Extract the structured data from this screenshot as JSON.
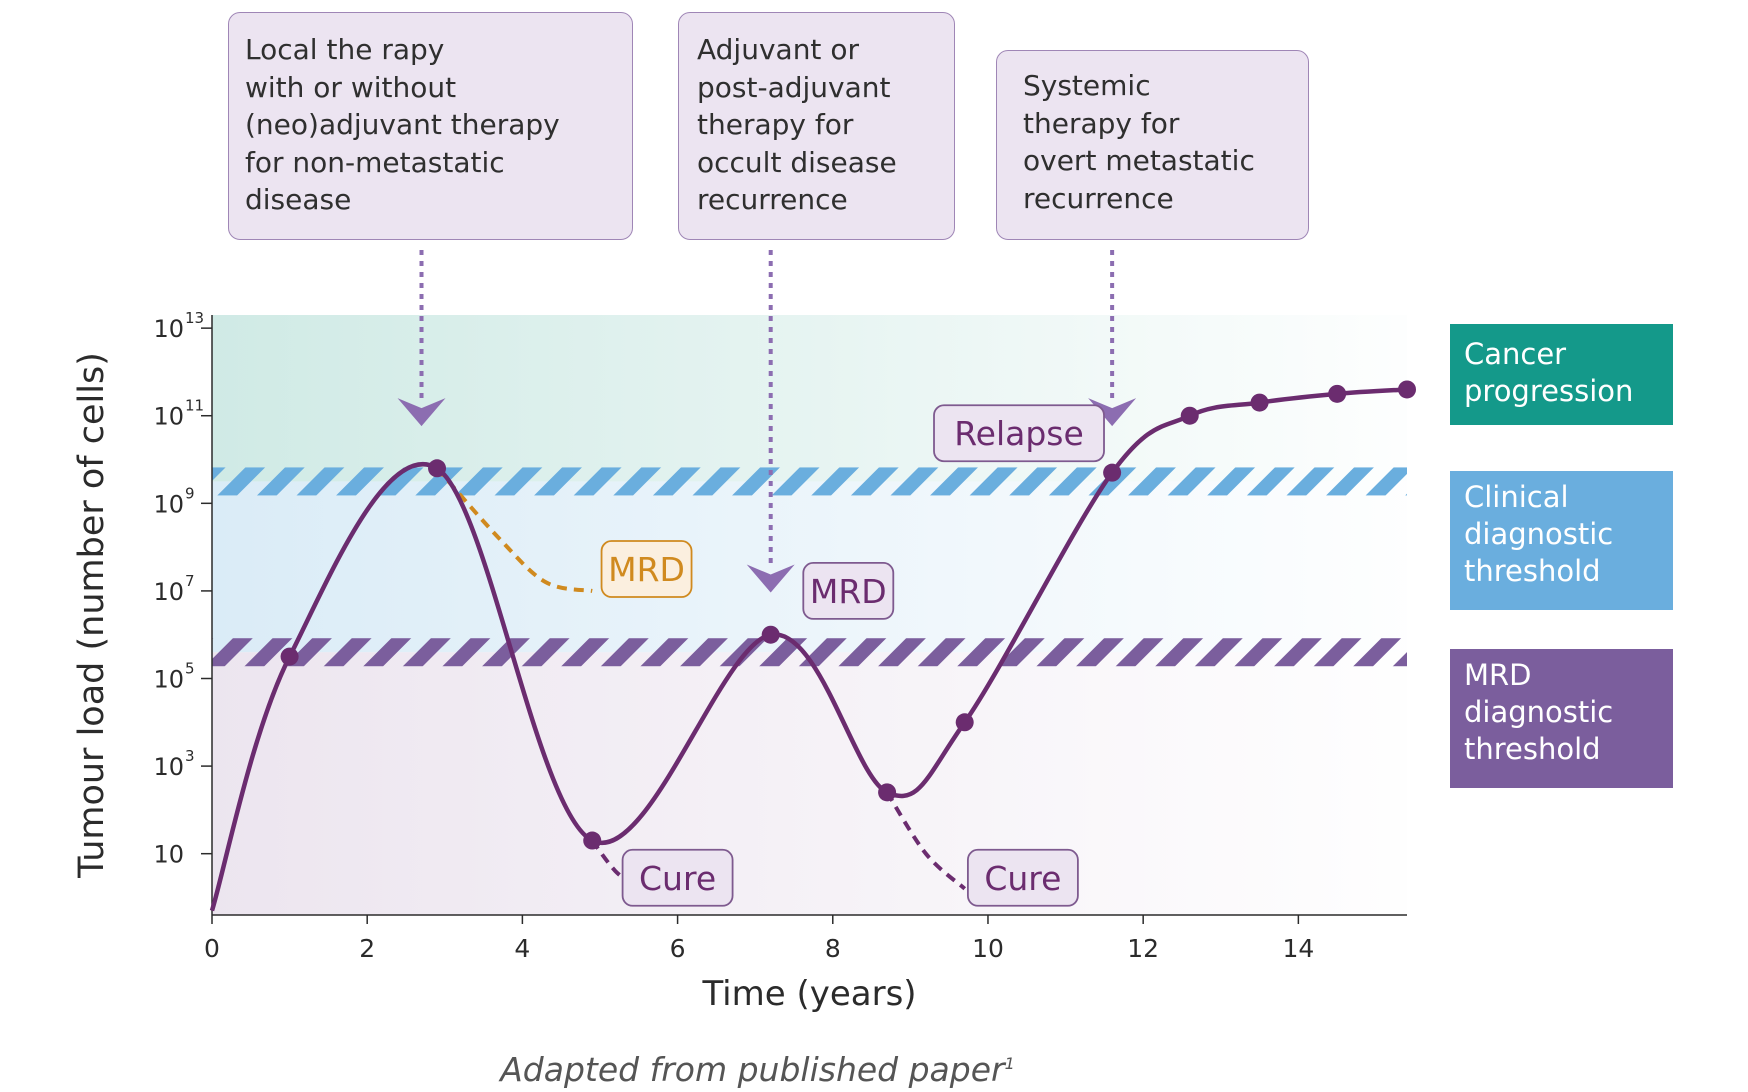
{
  "callouts": [
    {
      "text": "Local the rapy\nwith or without\n(neo)adjuvant therapy\nfor non-metastatic\ndisease"
    },
    {
      "text": "Adjuvant or\npost-adjuvant\ntherapy for\noccult disease\nrecurrence"
    },
    {
      "text": "Systemic\ntherapy for\novert metastatic\nrecurrence"
    }
  ],
  "legend": [
    {
      "label": "Cancer\nprogression",
      "color": "#14998a"
    },
    {
      "label": "Clinical\ndiagnostic\nthreshold",
      "color": "#6aaede"
    },
    {
      "label": "MRD\ndiagnostic\nthreshold",
      "color": "#7b5e9d"
    }
  ],
  "footnote": {
    "text": "Adapted from published paper",
    "sup": "1"
  },
  "colors": {
    "curve": "#6b2c6f",
    "mrd_orange": "#d08a1f",
    "label_bg": "#ece4f1",
    "label_border": "#9f86b6",
    "arrow": "#8c6db1"
  },
  "chart_data": {
    "type": "line",
    "xlabel": "Time (years)",
    "ylabel": "Tumour load (number of cells)",
    "xlim": [
      0,
      15.4
    ],
    "ylim": [
      -0.4,
      13.3
    ],
    "y_log_scale": true,
    "x_ticks": [
      0,
      2,
      4,
      6,
      8,
      10,
      12,
      14
    ],
    "y_ticks": [
      {
        "value": 1,
        "base": "10",
        "exp": ""
      },
      {
        "value": 3,
        "base": "10",
        "exp": "3"
      },
      {
        "value": 5,
        "base": "10",
        "exp": "5"
      },
      {
        "value": 7,
        "base": "10",
        "exp": "7"
      },
      {
        "value": 9,
        "base": "10",
        "exp": "9"
      },
      {
        "value": 11,
        "base": "10",
        "exp": "11"
      },
      {
        "value": 13,
        "base": "10",
        "exp": "13"
      }
    ],
    "thresholds": [
      {
        "name": "Clinical diagnostic threshold",
        "log10": 9.5
      },
      {
        "name": "MRD diagnostic threshold",
        "log10": 5.6
      }
    ],
    "main_series": {
      "points": [
        [
          0.0,
          -0.3
        ],
        [
          1.0,
          5.5
        ],
        [
          2.9,
          9.8
        ],
        [
          4.9,
          1.3
        ],
        [
          7.2,
          6.0
        ],
        [
          8.7,
          2.4
        ],
        [
          9.7,
          4.0
        ],
        [
          11.6,
          9.7
        ],
        [
          12.6,
          11.0
        ],
        [
          13.5,
          11.3
        ],
        [
          14.5,
          11.5
        ],
        [
          15.4,
          11.6
        ]
      ],
      "markers": [
        [
          1.0,
          5.5
        ],
        [
          2.9,
          9.8
        ],
        [
          4.9,
          1.3
        ],
        [
          7.2,
          6.0
        ],
        [
          8.7,
          2.4
        ],
        [
          9.7,
          4.0
        ],
        [
          11.6,
          9.7
        ],
        [
          12.6,
          11.0
        ],
        [
          13.5,
          11.3
        ],
        [
          14.5,
          11.5
        ],
        [
          15.4,
          11.6
        ]
      ]
    },
    "dashed_branches": [
      {
        "color": "orange",
        "points": [
          [
            2.9,
            9.8
          ],
          [
            3.7,
            8.2
          ],
          [
            4.3,
            7.2
          ],
          [
            4.9,
            7.0
          ]
        ]
      },
      {
        "color": "purple",
        "points": [
          [
            4.9,
            1.3
          ],
          [
            5.2,
            0.6
          ],
          [
            5.5,
            0.2
          ]
        ]
      },
      {
        "color": "purple",
        "points": [
          [
            8.7,
            2.4
          ],
          [
            9.2,
            1.0
          ],
          [
            9.7,
            0.2
          ]
        ]
      }
    ],
    "labels": [
      {
        "text": "MRD",
        "style": "orange",
        "x": 5.6,
        "y": 7.5
      },
      {
        "text": "MRD",
        "style": "purple",
        "x": 8.2,
        "y": 7.0
      },
      {
        "text": "Relapse",
        "style": "purple",
        "x": 10.4,
        "y": 10.6
      },
      {
        "text": "Cure",
        "style": "purple",
        "x": 6.0,
        "y": 0.45
      },
      {
        "text": "Cure",
        "style": "purple",
        "x": 10.45,
        "y": 0.45
      }
    ],
    "arrows": [
      {
        "x": 2.7,
        "to_y": 10.9
      },
      {
        "x": 7.2,
        "to_y": 7.1
      },
      {
        "x": 11.6,
        "to_y": 10.9
      }
    ]
  }
}
